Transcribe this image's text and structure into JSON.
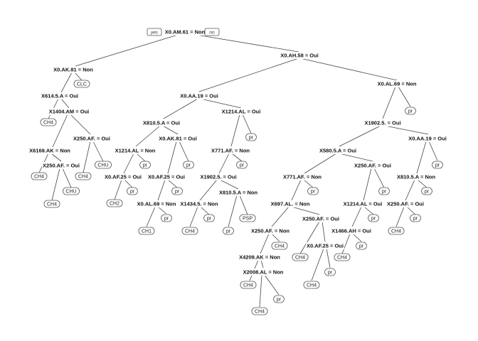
{
  "tree": {
    "branch_labels": {
      "yes": "yes",
      "no": "no"
    },
    "splits": {
      "root": "X0.AM.61 = Non",
      "n2": "X0.AK.81 = Non",
      "n4": "X614.5.A = Oui",
      "n8": "X1404.AM = Oui",
      "n16": "X6169.AK = Non",
      "n32": "X250.AF. = Oui",
      "n17": "X250.AF. = Oui",
      "n3": "X0.AH.58 = Oui",
      "n6": "X0.AA.19 = Oui",
      "n12": "X810.5.A = Oui",
      "n24": "X1214.AL = Non",
      "n48": "X0.AF.25 = Oui",
      "n25": "X0.AK.81 = Oui",
      "n50": "X0.AF.25 = Oui",
      "n100": "X0.AL.69 = Non",
      "n13": "X1214.AL = Oui",
      "n26": "X771.AF. = Non",
      "n52": "X1902.5. = Oui",
      "n104": "X1434.5. = Non",
      "n105": "X810.5.A = Non",
      "n7": "X0.AL.69 = Non",
      "n14": "X1902.5. = Oui",
      "n28": "X580.5.A = Oui",
      "n56": "X771.AF. = Non",
      "n112": "X697.AL. = Non",
      "n224": "X250.AF. = Non",
      "n448": "X4209.AK = Non",
      "n896": "X2008.AL = Non",
      "n225": "X250.AF. = Oui",
      "n450": "X0.AF.25 = Oui",
      "n57": "X250.AF. = Oui",
      "n114": "X1214.AL = Oui",
      "n228": "X1466.AH = Oui",
      "n29": "X0.AA.19 = Oui",
      "n58": "X810.5.A = Non",
      "n116": "X250.AF. = Oui"
    },
    "leaves": {
      "l_clc": "CLC",
      "l9": "CH4",
      "l64": "CH4",
      "l33": "CH4",
      "l65": "CHU",
      "l34": "CH4",
      "l35": "CHU",
      "l96": "CH2",
      "l97": "pr",
      "l49": "pr",
      "l200": "CH1",
      "l201": "pr",
      "l101": "pr",
      "l51": "pr",
      "l208": "CH4",
      "l209": "pr",
      "l210": "pr",
      "l211": "PSP",
      "l53": "pr",
      "l27": "pr",
      "l1792": "CH4",
      "l1793": "pr",
      "l897": "CH4",
      "l449": "CH4",
      "l900": "CH4",
      "l901": "pr",
      "l451": "CH4",
      "l113": "pr",
      "l456": "CH4",
      "l457": "pr",
      "l229": "pr",
      "l115": "pr",
      "l232": "CH4",
      "l233": "pr",
      "l117": "pr",
      "l59": "pr",
      "l15": "pr"
    }
  }
}
